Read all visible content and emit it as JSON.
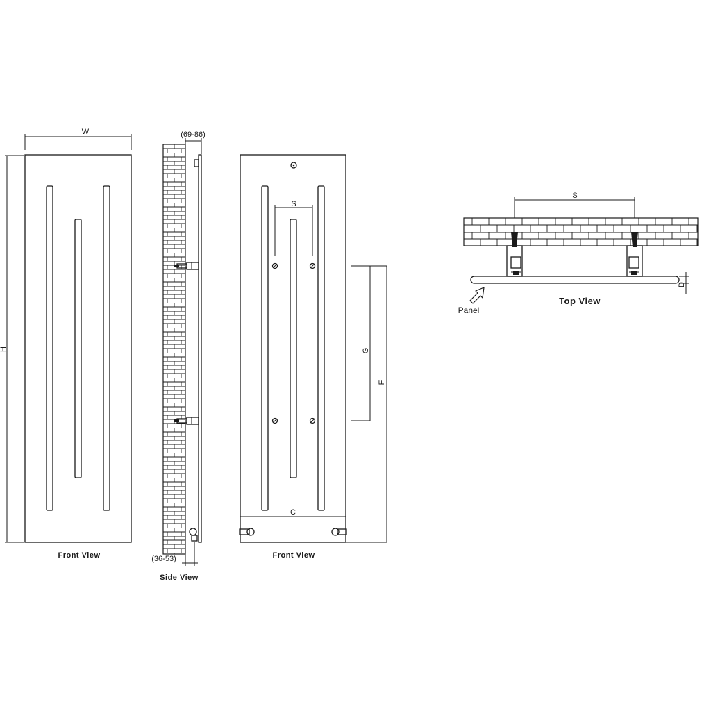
{
  "views": {
    "front_view_1": "Front  View",
    "side_view": "Side  View",
    "front_view_2": "Front  View",
    "top_view": "Top  View"
  },
  "dimensions": {
    "width": "W",
    "height": "H",
    "wall_gap_top": "(69-86)",
    "wall_gap_bottom": "(36-53)",
    "bracket_spacing_front": "S",
    "bracket_spacing_top": "S",
    "vertical_bracket_spacing": "G",
    "pipe_height": "F",
    "pipe_centres": "C",
    "depth": "D"
  },
  "labels": {
    "panel": "Panel"
  }
}
